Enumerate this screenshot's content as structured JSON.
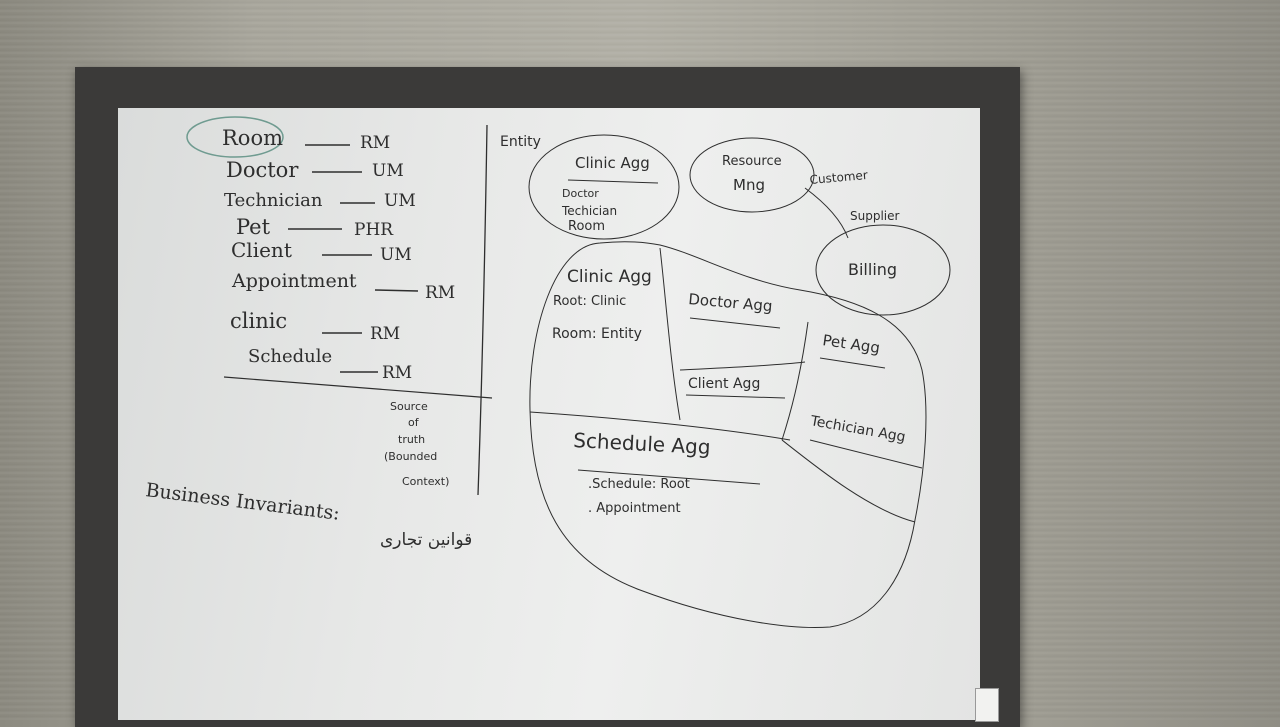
{
  "left_list": {
    "rows": [
      {
        "entity": "Room",
        "target": "RM"
      },
      {
        "entity": "Doctor",
        "target": "UM"
      },
      {
        "entity": "Technician",
        "target": "UM"
      },
      {
        "entity": "Pet",
        "target": "PHR"
      },
      {
        "entity": "Client",
        "target": "UM"
      },
      {
        "entity": "Appointment",
        "target": "RM"
      },
      {
        "entity": "clinic",
        "target": "RM"
      },
      {
        "entity": "Schedule",
        "target": "RM"
      }
    ],
    "note_lines": [
      "Source",
      "of",
      "truth",
      "(Bounded",
      "Context)"
    ],
    "business_invariants": "Business Invariants:",
    "persian_text": "قوانین تجاری"
  },
  "right": {
    "entity_label": "Entity",
    "clinic_agg_top": {
      "title": "Clinic Agg",
      "items": [
        "Doctor",
        "Techician",
        "Room"
      ]
    },
    "resource_mng": {
      "line1": "Resource",
      "line2": "Mng"
    },
    "customer": "Customer",
    "supplier": "Supplier",
    "billing": "Billing",
    "clinic_agg": {
      "title": "Clinic Agg",
      "root": "Root: Clinic",
      "room": "Room: Entity"
    },
    "doctor_agg": "Doctor Agg",
    "pet_agg": "Pet Agg",
    "client_agg": "Client Agg",
    "technician_agg": "Techician Agg",
    "schedule_agg": {
      "title": "Schedule Agg",
      "items": [
        ".Schedule: Root",
        ". Appointment"
      ]
    }
  },
  "colors": {
    "ink": "#2e2e2e",
    "highlight_circle": "#6f9b90",
    "frame": "#3b3a39"
  }
}
